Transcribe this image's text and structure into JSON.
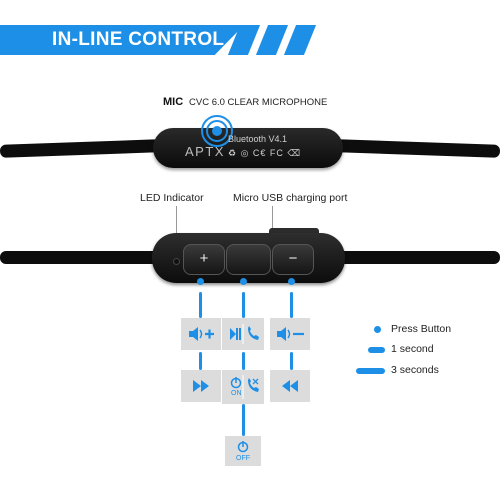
{
  "banner": {
    "title": "IN-LINE CONTROL",
    "color": "#1e8fe6"
  },
  "mic": {
    "label": "MIC",
    "text": "CVC 6.0 CLEAR MICROPHONE"
  },
  "bluetooth_module": {
    "brand": "APTX",
    "version": "Bluetooth V4.1",
    "cert_marks": "♻ ◎ C€ FC ⌫"
  },
  "labels": {
    "led": "LED Indicator",
    "usb": "Micro USB charging port"
  },
  "buttons": {
    "plus": "+",
    "center": "",
    "minus": "−"
  },
  "actions": {
    "volume_up": "volume-up",
    "play_pause_call": "play-pause-call",
    "volume_down": "volume-down",
    "next_track": "next-track",
    "power_on_reject": "power-on-reject",
    "previous_track": "previous-track",
    "power_off": "power-off",
    "on_text": "ON",
    "off_text": "OFF"
  },
  "legend": [
    {
      "label": "Press Button",
      "mark": "dot"
    },
    {
      "label": "1 second",
      "mark": "short-dash"
    },
    {
      "label": "3 seconds",
      "mark": "long-dash"
    }
  ]
}
